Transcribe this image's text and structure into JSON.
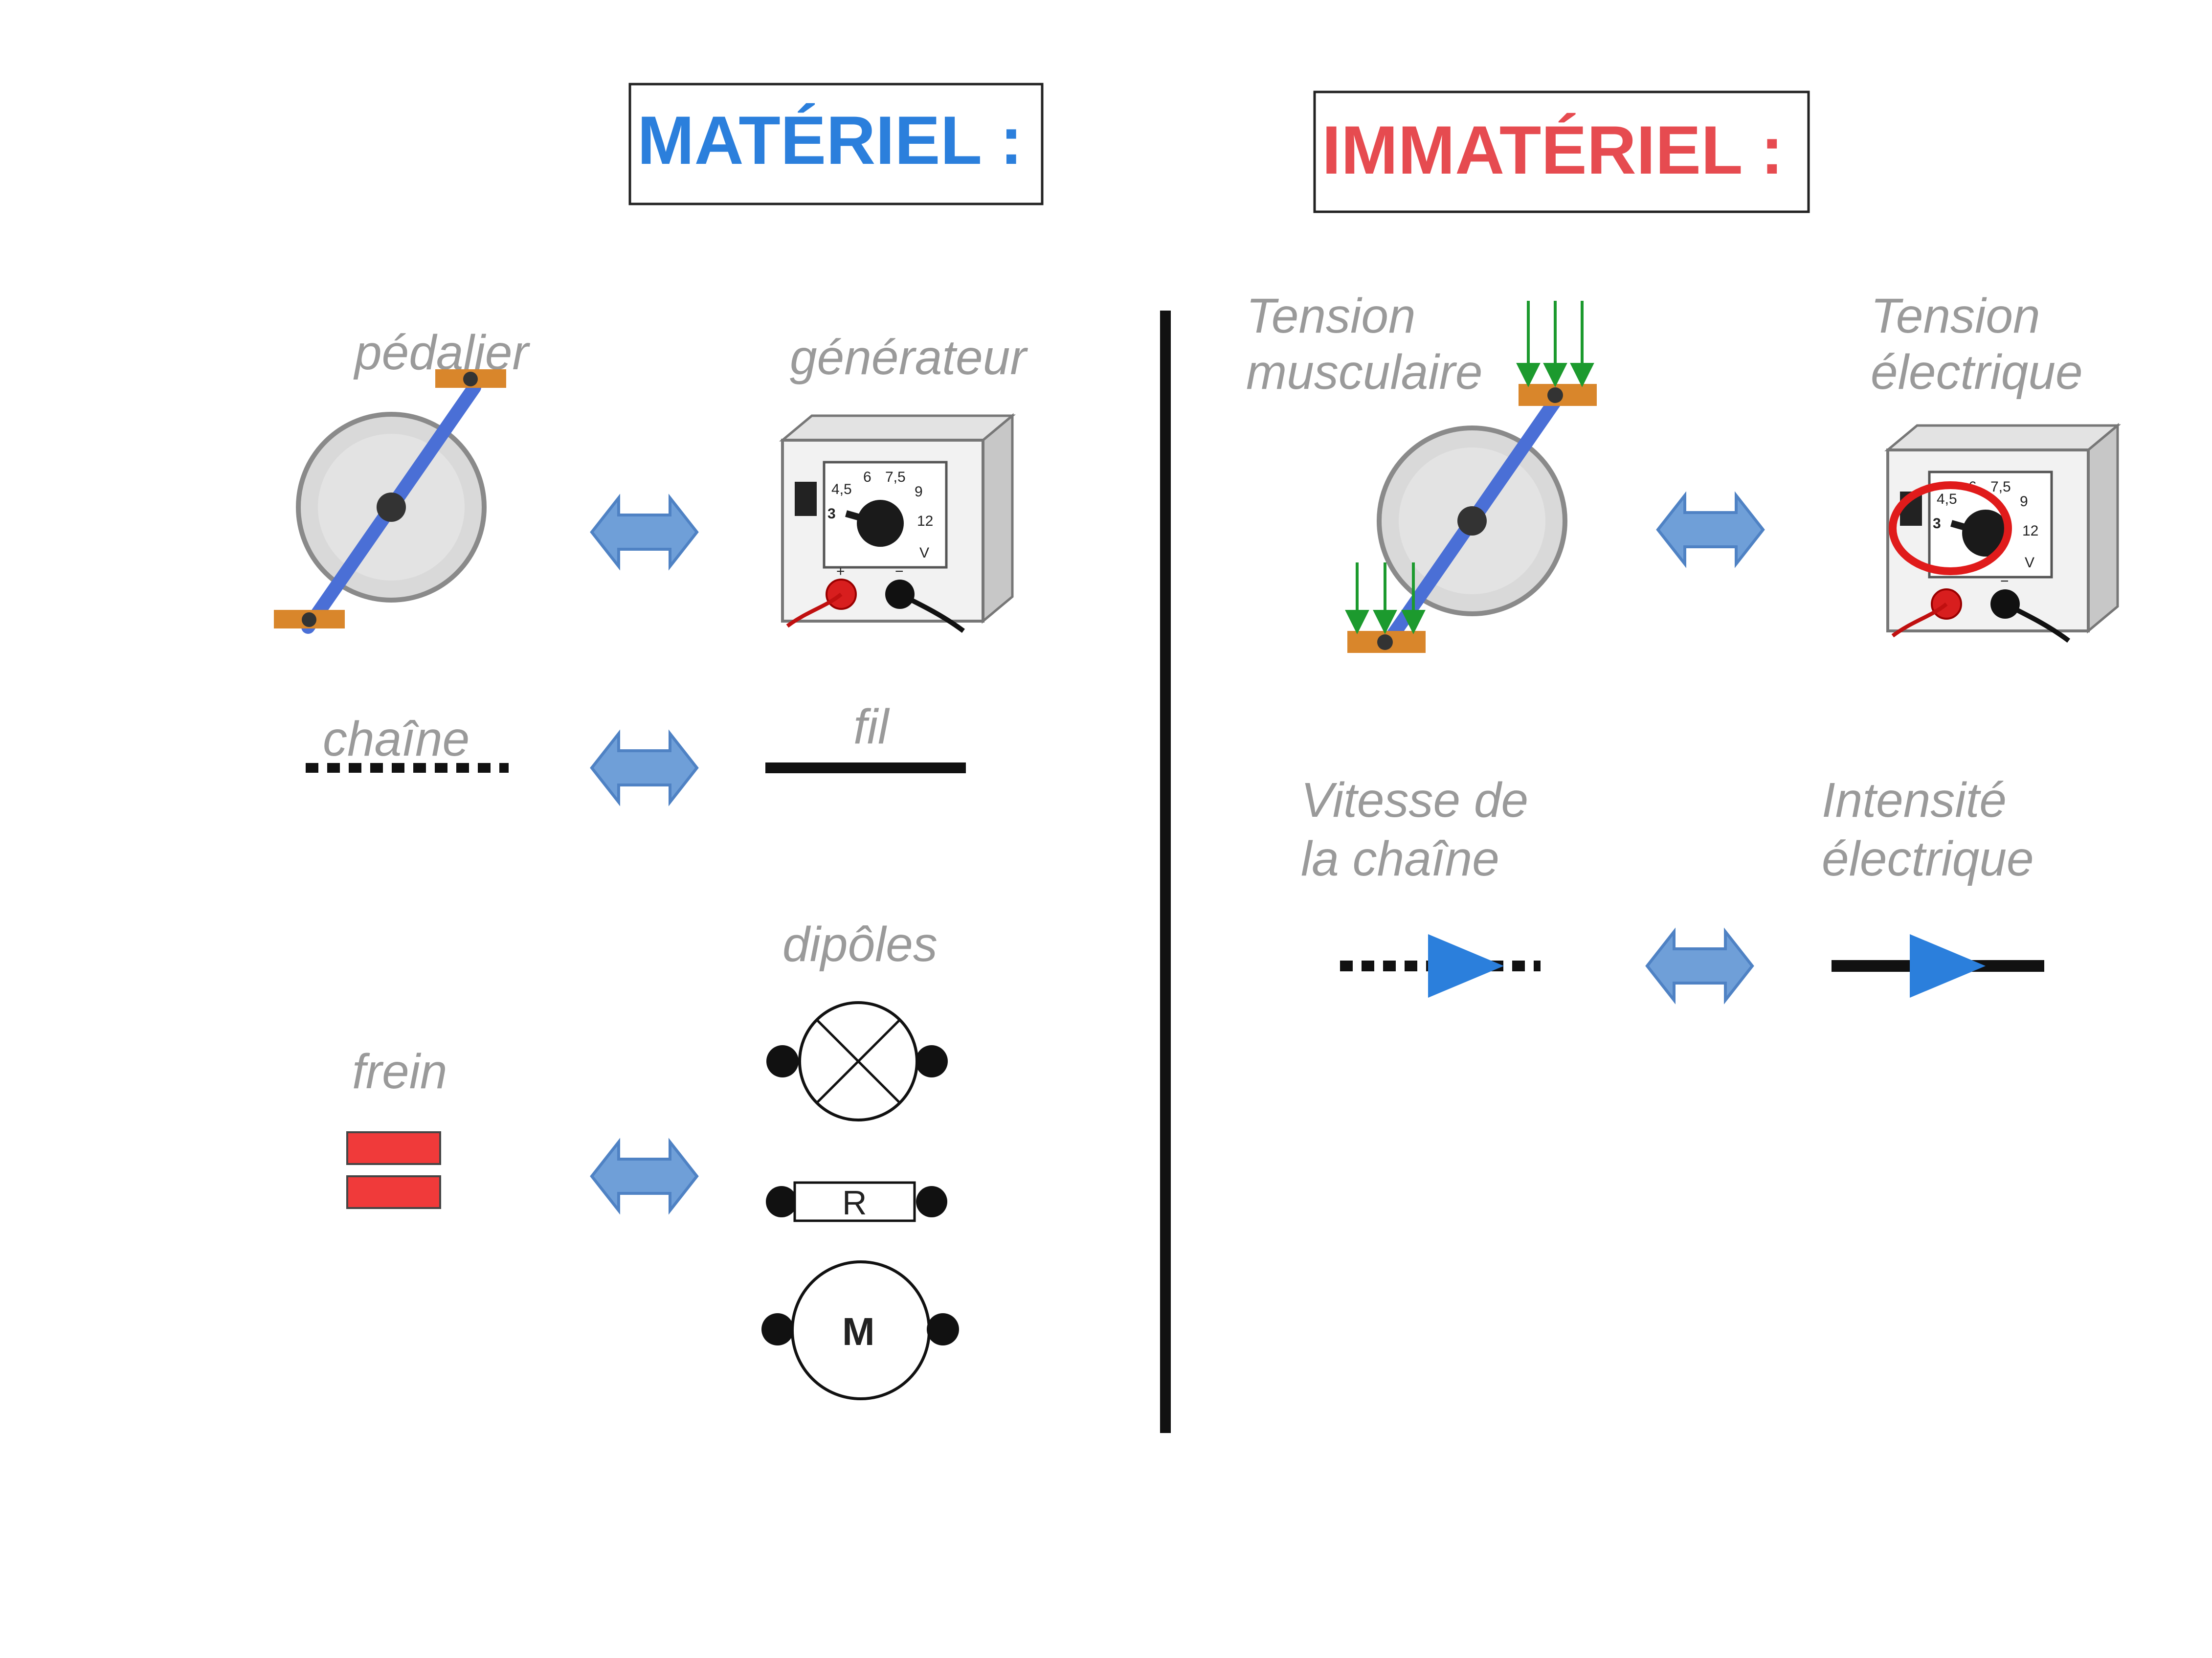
{
  "titles": {
    "materiel": "MATÉRIEL :",
    "immateriel": "IMMATÉRIEL :"
  },
  "labels": {
    "pedalier": "pédalier",
    "generateur": "générateur",
    "chaine": "chaîne",
    "fil": "fil",
    "dipoles": "dipôles",
    "frein": "frein",
    "tension_musculaire": [
      "Tension",
      "musculaire"
    ],
    "tension_electrique": [
      "Tension",
      "électrique"
    ],
    "vitesse_chaine": [
      "Vitesse de",
      "la chaîne"
    ],
    "intensite_electrique": [
      "Intensité",
      "électrique"
    ]
  },
  "symbols": {
    "resistor": "R",
    "motor": "M"
  },
  "generator_dial": {
    "scale": [
      "3",
      "4,5",
      "6",
      "7,5",
      "9",
      "12"
    ],
    "unit": "V",
    "plus": "+",
    "minus": "−"
  },
  "colors": {
    "materiel_title": "#2b7fdc",
    "immateriel_title": "#e64b50",
    "double_arrow": "#6f9fd8",
    "flow_arrow": "#2b7fdc",
    "crank": "#4a6fd6",
    "pedal": "#d9862b",
    "force_arrows": "#1c9a2e",
    "brake": "#f03a3a",
    "highlight_ring": "#e01b1b"
  },
  "icons": {
    "pedalier": "crankset-icon",
    "generateur": "power-supply-icon",
    "lamp": "lamp-symbol",
    "resistor": "resistor-symbol",
    "motor": "motor-symbol",
    "brake": "brake-icon",
    "equivalence": "double-arrow-icon"
  }
}
